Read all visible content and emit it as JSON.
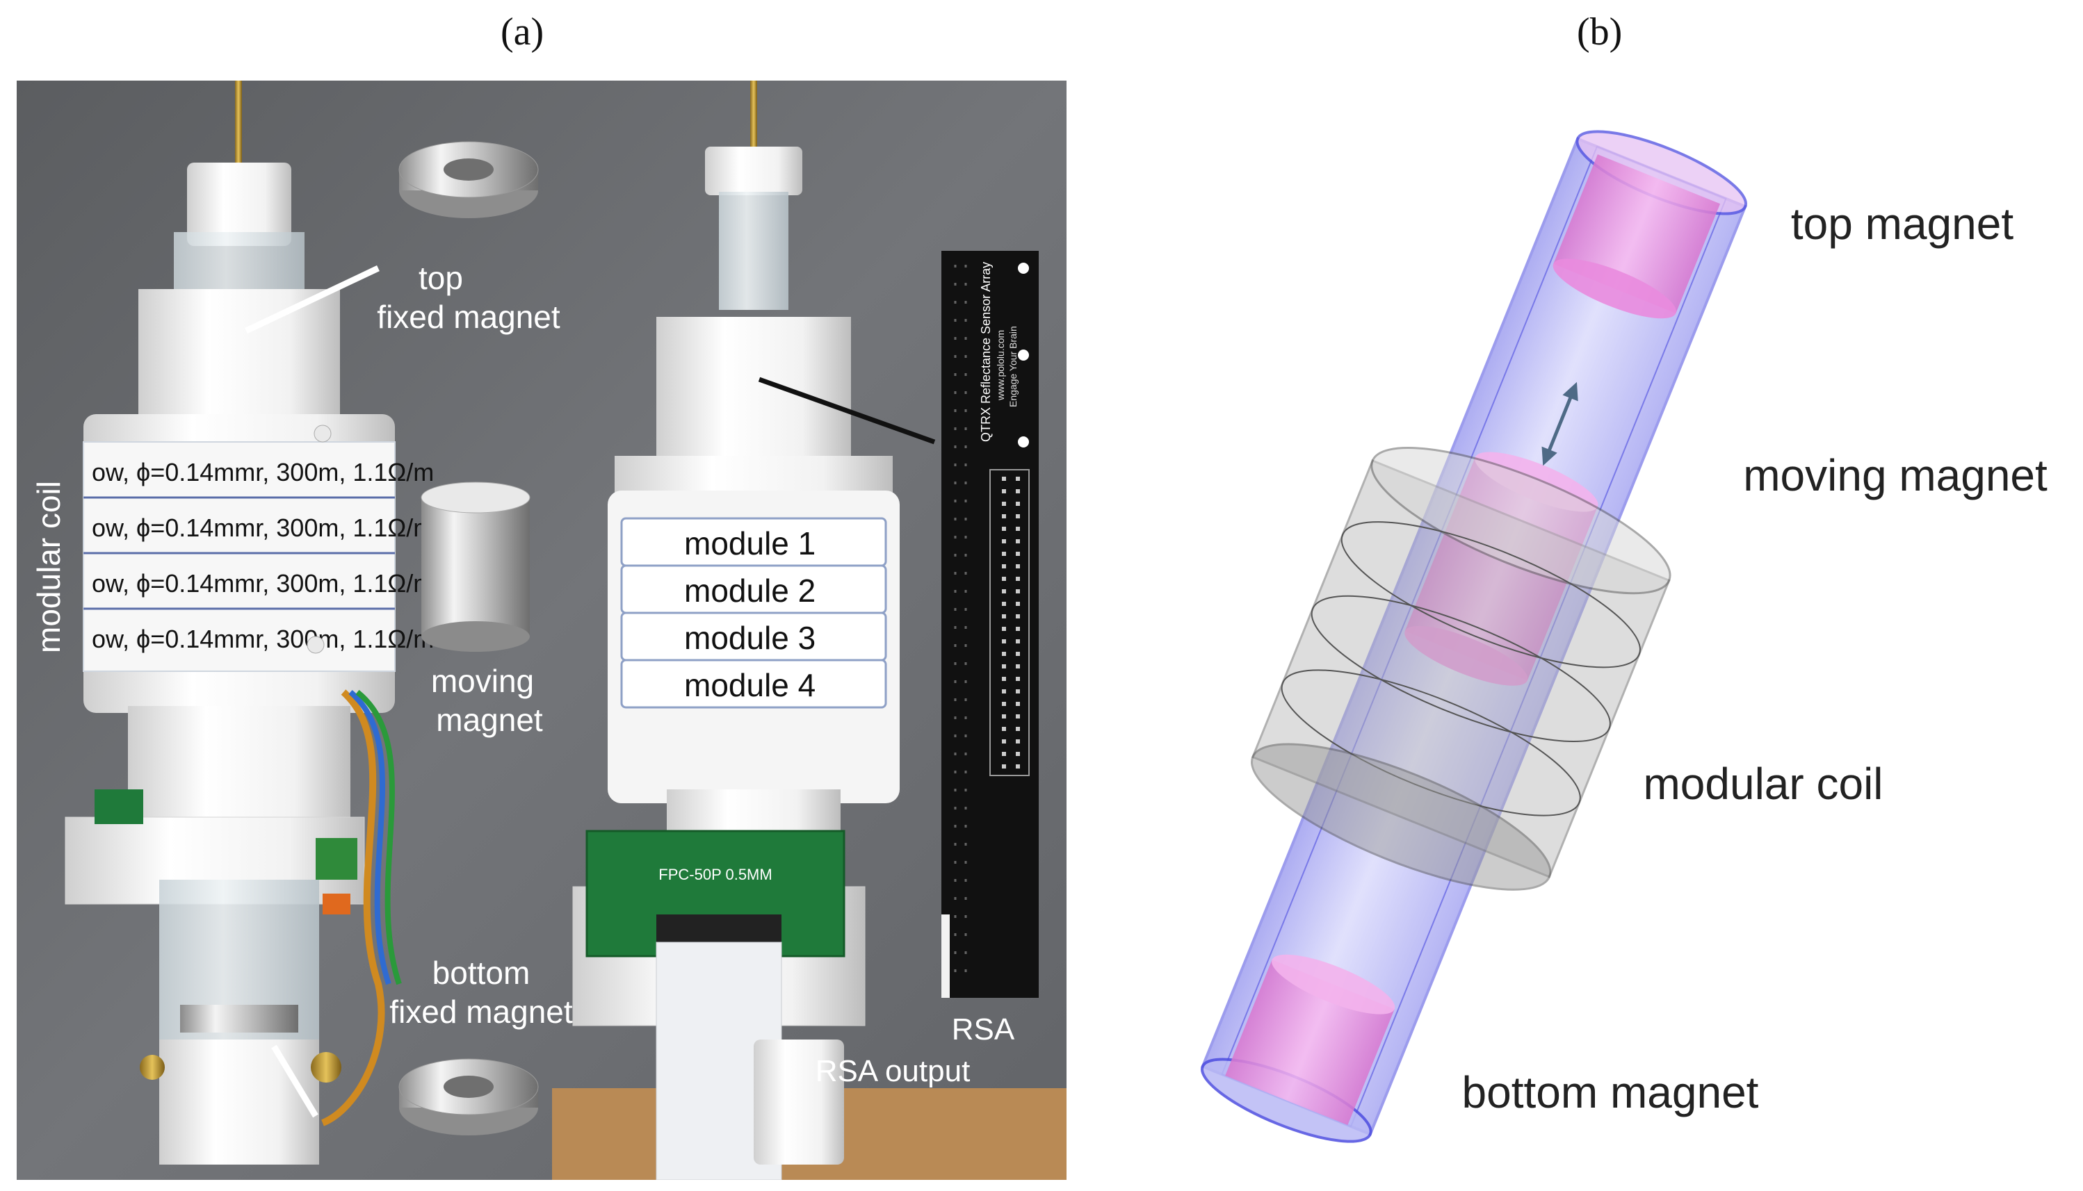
{
  "panels": {
    "a": {
      "label": "(a)",
      "labels": {
        "top_fixed_1": "top",
        "top_fixed_2": "fixed magnet",
        "moving_1": "moving",
        "moving_2": "magnet",
        "bottom_fixed_1": "bottom",
        "bottom_fixed_2": "fixed magnet",
        "modular_coil": "modular coil",
        "rsa": "RSA",
        "rsa_output": "RSA output"
      },
      "coil_rows": [
        "ow, ϕ=0.14mmr, 300m, 1.1Ω/m",
        "ow, ϕ=0.14mmr, 300m, 1.1Ω/m",
        "ow, ϕ=0.14mmr, 300m, 1.1Ω/m",
        "ow, ϕ=0.14mmr, 300m, 1.1Ω/m"
      ],
      "modules": [
        "module 1",
        "module 2",
        "module 3",
        "module 4"
      ],
      "pcb_text": {
        "board": "FPC-50P 0.5MM",
        "rsa_board": "QTRX Reflectance Sensor Array",
        "rsa_site": "www.pololu.com",
        "rsa_tag": "Engage Your Brain"
      }
    },
    "b": {
      "label": "(b)",
      "labels": {
        "top_magnet": "top magnet",
        "moving_magnet": "moving magnet",
        "modular_coil": "modular coil",
        "bottom_magnet": "bottom magnet"
      }
    }
  },
  "colors": {
    "background_wall": "#6d6f72",
    "table_wood": "#b98a55",
    "tube_blue": "#8f8ff0",
    "magnet_pink": "#e58ad8",
    "coil_gray": "#9a9a9a",
    "pcb_green": "#1f7a3a",
    "pcb_black": "#111111"
  }
}
